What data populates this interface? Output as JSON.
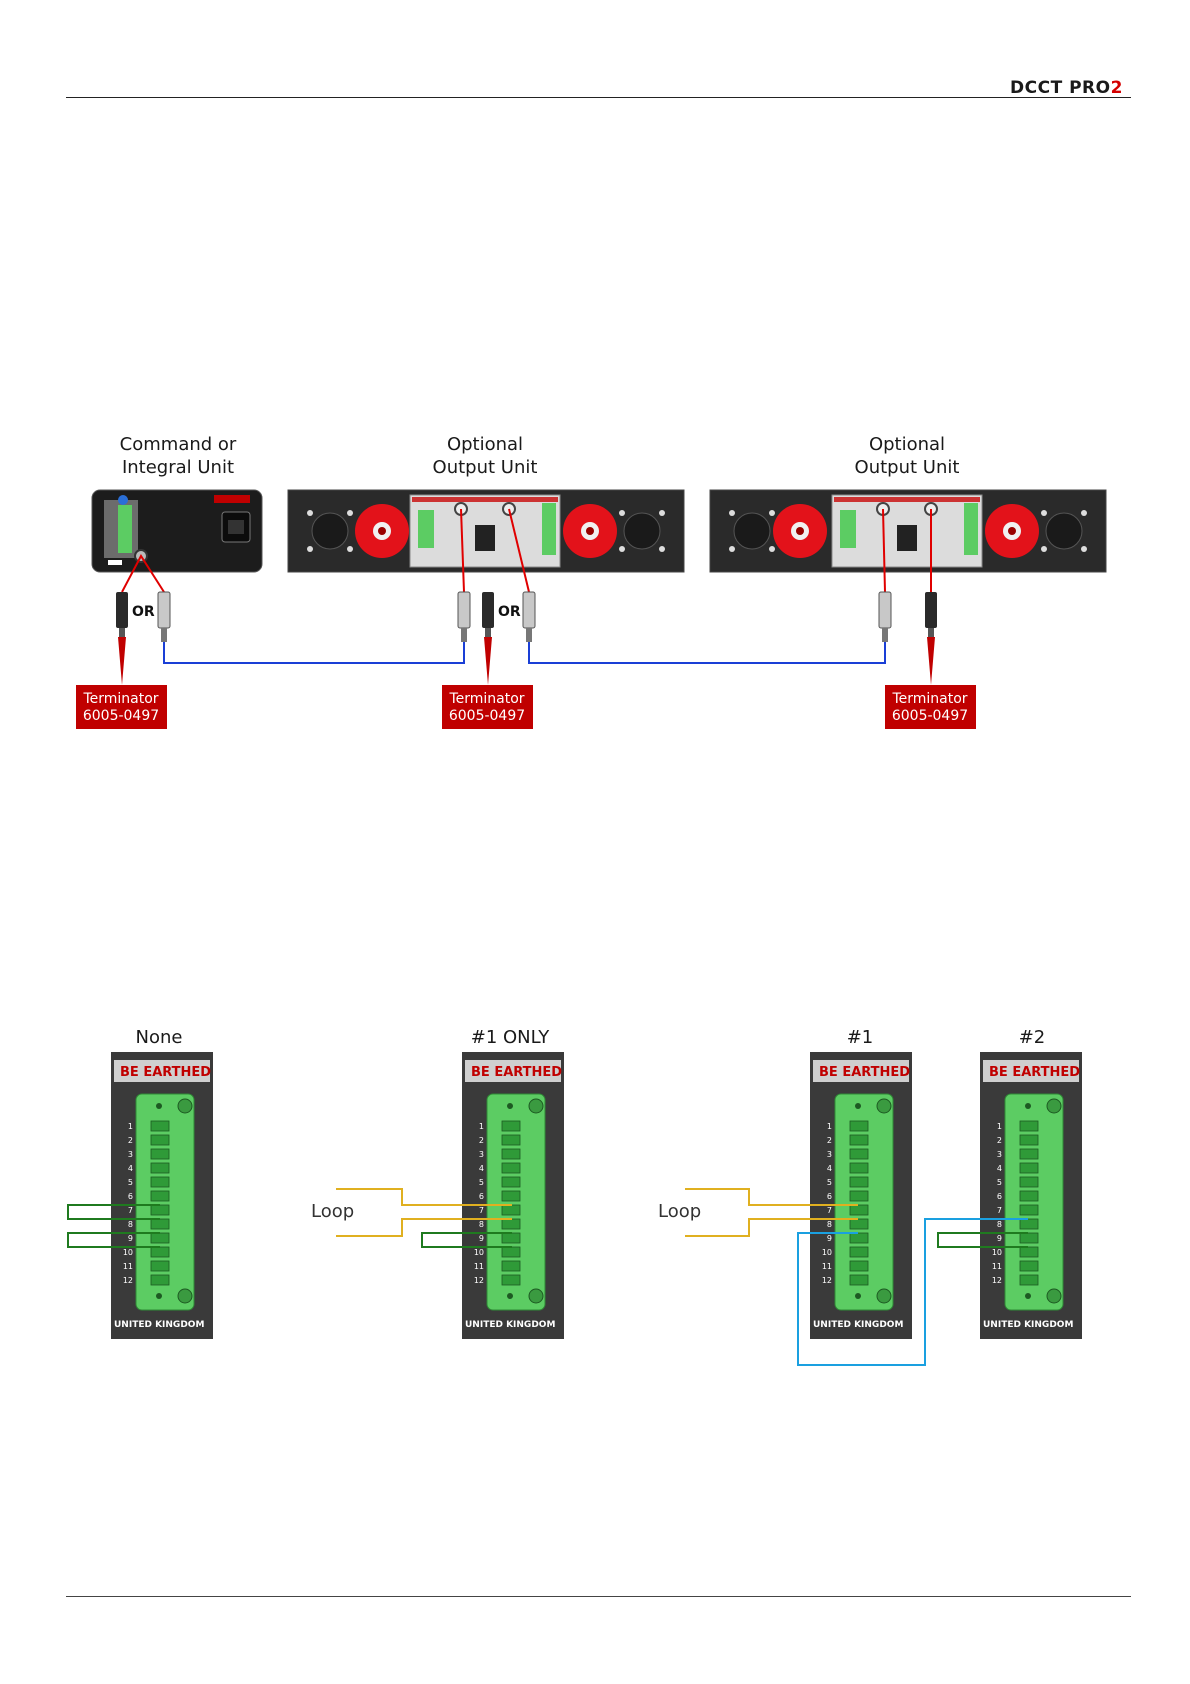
{
  "header": {
    "brand_main": "DCCT PRO",
    "brand_accent": "2"
  },
  "diagram1": {
    "units": [
      {
        "line1": "Command or",
        "line2": "Integral Unit"
      },
      {
        "line1": "Optional",
        "line2": "Output  Unit"
      },
      {
        "line1": "Optional",
        "line2": "Output  Unit"
      }
    ],
    "or_label": "OR",
    "terminators": [
      {
        "line1": "Terminator",
        "line2": "6005-0497"
      },
      {
        "line1": "Terminator",
        "line2": "6005-0497"
      },
      {
        "line1": "Terminator",
        "line2": "6005-0497"
      }
    ]
  },
  "diagram2": {
    "titles": [
      "None",
      "#1 ONLY",
      "#1",
      "#2"
    ],
    "warning": "BE EARTHED",
    "footer_text": "UNITED KINGDOM",
    "loop_label": "Loop",
    "pins": [
      "1",
      "2",
      "3",
      "4",
      "5",
      "6",
      "7",
      "8",
      "9",
      "10",
      "11",
      "12"
    ]
  },
  "colors": {
    "accent": "#d40000",
    "terminator_bg": "#c00000",
    "cable_blue": "#1a3fd6",
    "wire_green": "#1f7a1f",
    "wire_yellow": "#e0b020",
    "wire_cyan": "#1aa0e0",
    "connector_green": "#5ccc63"
  }
}
